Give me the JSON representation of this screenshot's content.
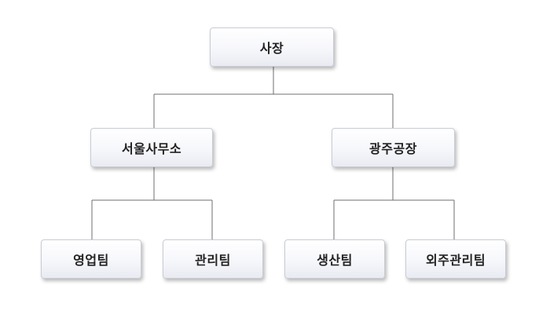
{
  "org_chart": {
    "root": {
      "label": "사장"
    },
    "branches": [
      {
        "label": "서울사무소",
        "teams": [
          {
            "label": "영업팀"
          },
          {
            "label": "관리팀"
          }
        ]
      },
      {
        "label": "광주공장",
        "teams": [
          {
            "label": "생산팀"
          },
          {
            "label": "외주관리팀"
          }
        ]
      }
    ],
    "colors": {
      "box_border": "#c9ccd6",
      "box_fill_top": "#ffffff",
      "box_fill_bottom": "#e9ebf2",
      "connector": "#6f6f6f",
      "text": "#222222"
    }
  }
}
